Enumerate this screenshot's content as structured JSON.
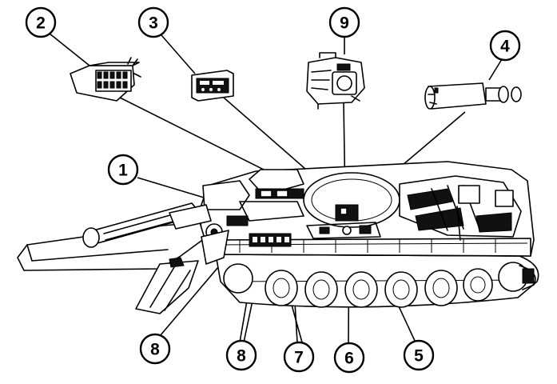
{
  "figure": {
    "callouts": [
      {
        "id": "callout-1",
        "label": "1"
      },
      {
        "id": "callout-2",
        "label": "2"
      },
      {
        "id": "callout-3",
        "label": "3"
      },
      {
        "id": "callout-4",
        "label": "4"
      },
      {
        "id": "callout-5",
        "label": "5"
      },
      {
        "id": "callout-6",
        "label": "6"
      },
      {
        "id": "callout-7",
        "label": "7"
      },
      {
        "id": "callout-8a",
        "label": "8"
      },
      {
        "id": "callout-8b",
        "label": "8"
      },
      {
        "id": "callout-9",
        "label": "9"
      }
    ]
  }
}
